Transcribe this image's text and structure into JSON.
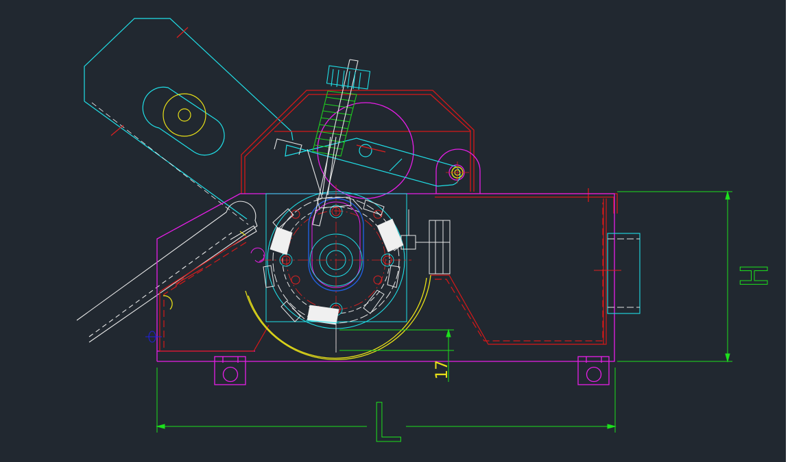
{
  "drawing": {
    "dimensions": {
      "length_label": "L",
      "height_label": "H",
      "clearance_label": "17"
    }
  },
  "colors": {
    "background": "#212830",
    "dimension": "#1de01d",
    "housing_outline": "#e81ee8",
    "cover": "#d81818",
    "center_line": "#e02020",
    "rotor": "#20e0e8",
    "structure": "#e8e8e8",
    "screen": "#e8e018",
    "spring": "#20d020",
    "marker": "#2020e0"
  }
}
